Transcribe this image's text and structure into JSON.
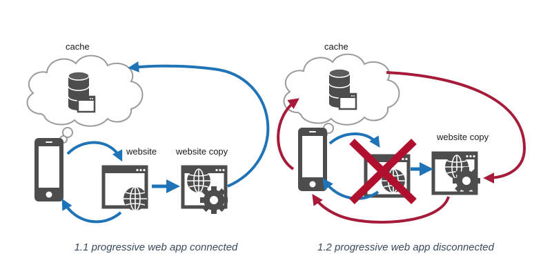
{
  "colors": {
    "connected_arrow": "#1f73b7",
    "disconnected_arrow": "#a61b3a",
    "cross": "#b0102e",
    "device": "#4d4d4d",
    "cloud_stroke": "#9a9a9a"
  },
  "icons": [
    "cloud-icon",
    "database-icon",
    "browser-window-icon",
    "smartphone-icon",
    "globe-icon",
    "gear-icon",
    "cross-mark-icon"
  ],
  "panel_connected": {
    "cache_label": "cache",
    "website_label": "website",
    "website_copy_label": "website copy",
    "caption": "1.1 progressive web app connected"
  },
  "panel_disconnected": {
    "cache_label": "cache",
    "website_copy_label": "website copy",
    "caption": "1.2 progressive web app disconnected"
  }
}
